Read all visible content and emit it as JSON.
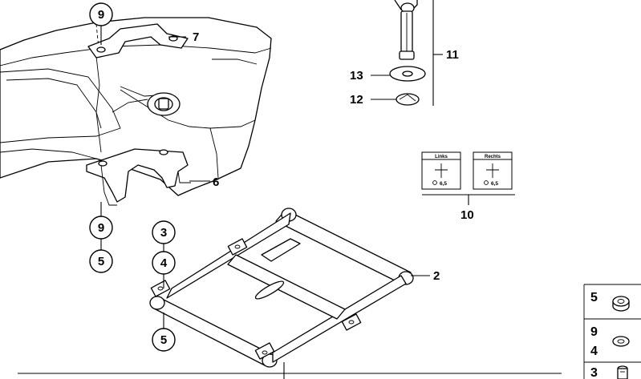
{
  "callouts": {
    "c9_top": "9",
    "c7": "7",
    "c6": "6",
    "c9_mid": "9",
    "c5_left": "5",
    "c3": "3",
    "c4": "4",
    "c5_bottom": "5",
    "c2": "2",
    "c13": "13",
    "c12": "12",
    "c11": "11",
    "c10": "10"
  },
  "cards": {
    "left_title": "Links",
    "right_title": "Rechts",
    "left_value": "6,5",
    "right_value": "6,5"
  },
  "hardware": {
    "h5": "5",
    "h9": "9",
    "h4": "4",
    "h3": "3"
  }
}
